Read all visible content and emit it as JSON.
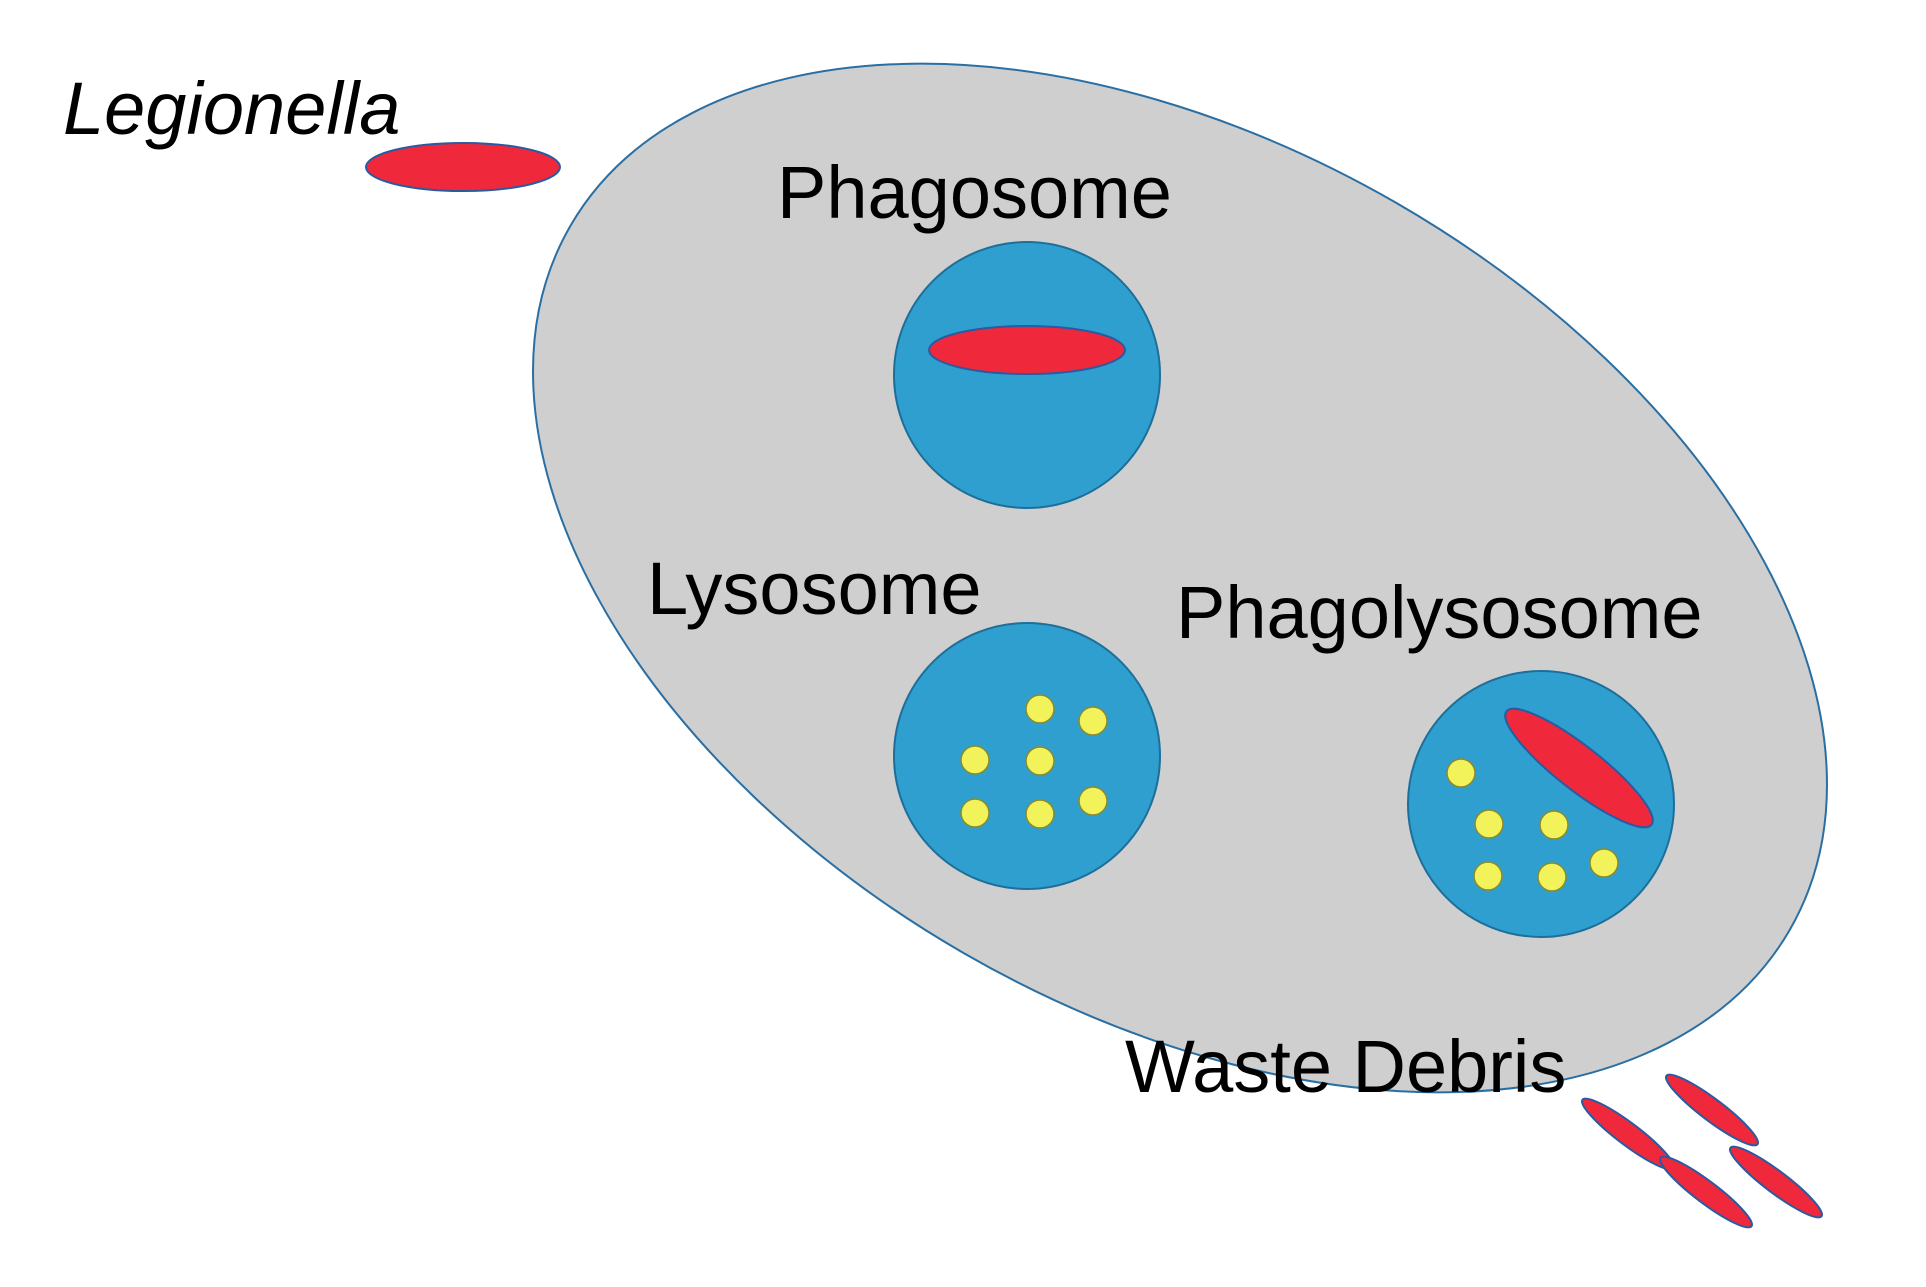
{
  "labels": {
    "bacterium": "Legionella",
    "phagosome": "Phagosome",
    "lysosome": "Lysosome",
    "phagolysosome": "Phagolysosome",
    "waste": "Waste Debris"
  },
  "colors": {
    "background": "#ffffff",
    "cell_fill": "#cfcfcf",
    "cell_stroke": "#2a6fa3",
    "vesicle_fill": "#2f9fd0",
    "vesicle_stroke": "#1d6f9a",
    "bacterium_fill": "#f0283c",
    "bacterium_stroke": "#2a5aa0",
    "enzyme_fill": "#f2f25a",
    "enzyme_stroke": "#8a8a2a",
    "text": "#000000"
  },
  "counts": {
    "lysosome_enzymes": 7,
    "phagolysosome_enzymes": 6,
    "waste_fragments": 4
  }
}
